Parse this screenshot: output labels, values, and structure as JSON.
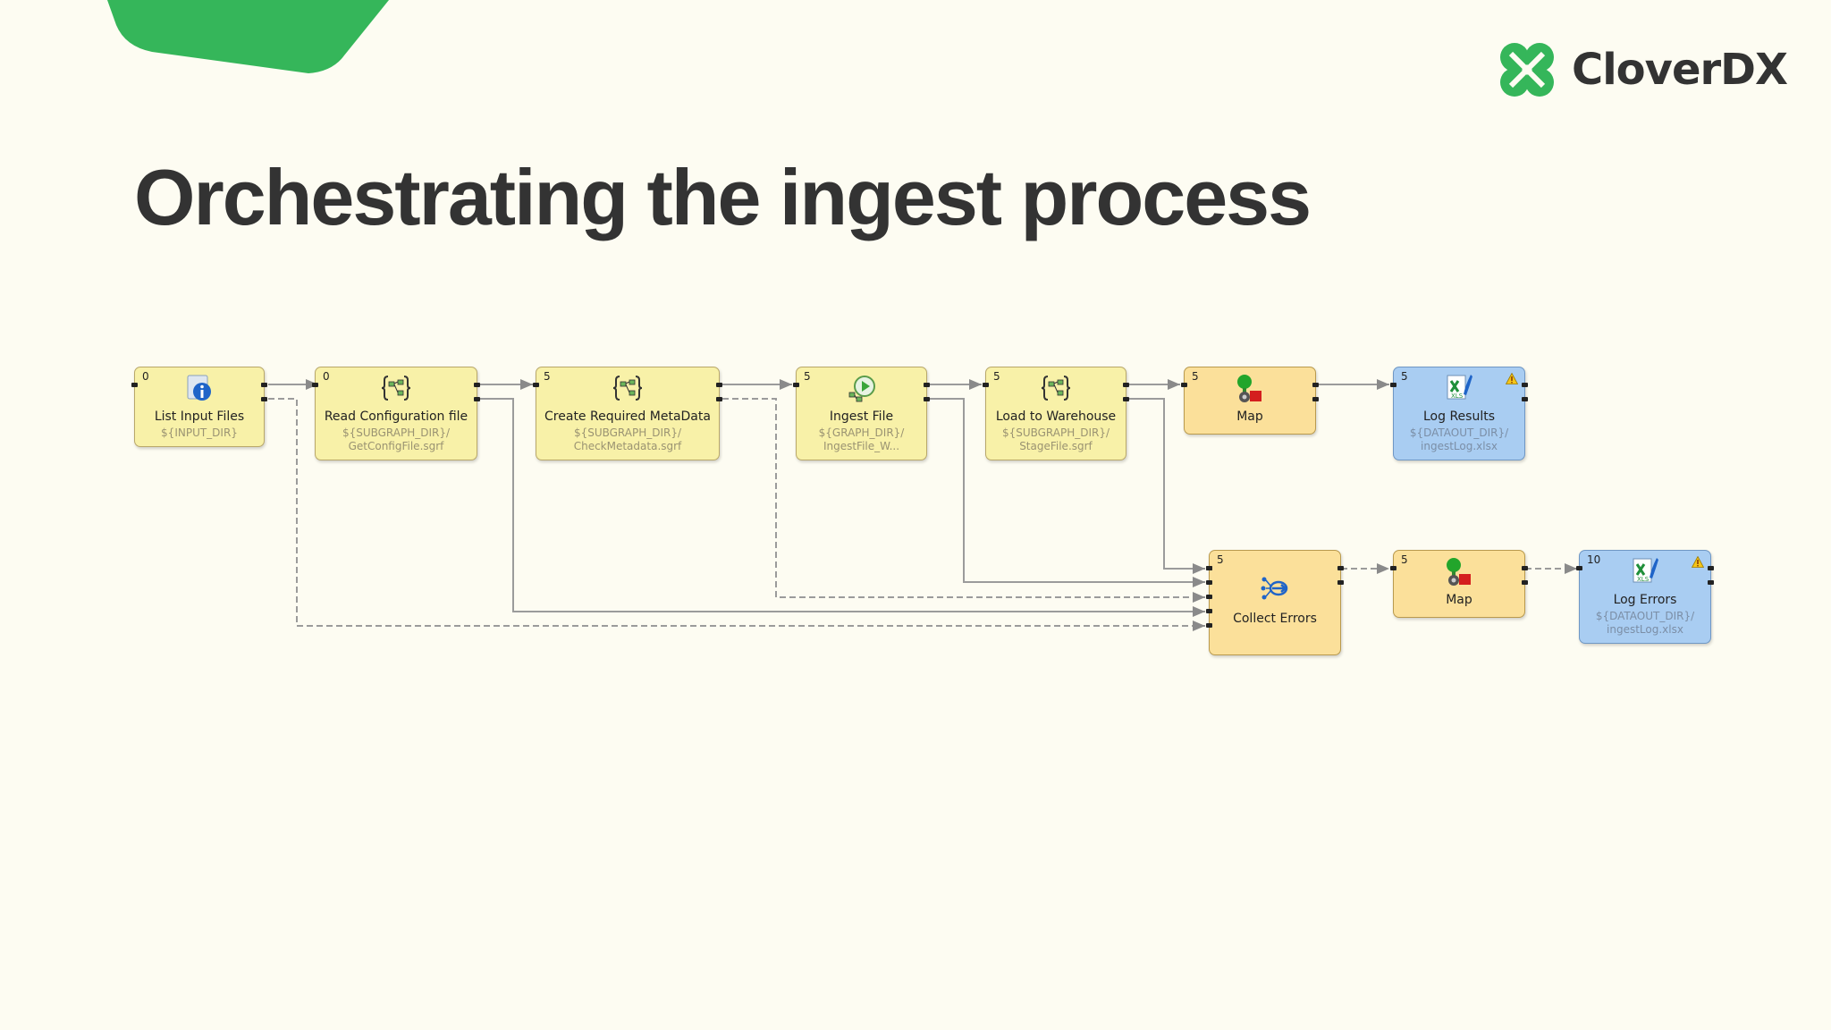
{
  "slide": {
    "title": "Orchestrating the ingest process",
    "logo_text": "CloverDX",
    "accent_color": "#35b65a"
  },
  "graph": {
    "nodes": [
      {
        "id": "list-input-files",
        "num": "0",
        "label": "List Input Files",
        "sub1": "${INPUT_DIR}",
        "sub2": "",
        "icon": "info-icon",
        "color": "yellow"
      },
      {
        "id": "read-configuration-file",
        "num": "0",
        "label": "Read Configuration file",
        "sub1": "${SUBGRAPH_DIR}/",
        "sub2": "GetConfigFile.sgrf",
        "icon": "subgraph-icon",
        "color": "yellow"
      },
      {
        "id": "create-required-metadata",
        "num": "5",
        "label": "Create Required MetaData",
        "sub1": "${SUBGRAPH_DIR}/",
        "sub2": "CheckMetadata.sgrf",
        "icon": "subgraph-icon",
        "color": "yellow"
      },
      {
        "id": "ingest-file",
        "num": "5",
        "label": "Ingest File",
        "sub1": "${GRAPH_DIR}/",
        "sub2": "IngestFile_W...",
        "icon": "run-graph-icon",
        "color": "yellow"
      },
      {
        "id": "load-to-warehouse",
        "num": "5",
        "label": "Load to Warehouse",
        "sub1": "${SUBGRAPH_DIR}/",
        "sub2": "StageFile.sgrf",
        "icon": "subgraph-icon",
        "color": "yellow"
      },
      {
        "id": "map-results",
        "num": "5",
        "label": "Map",
        "sub1": "",
        "sub2": "",
        "icon": "map-icon",
        "color": "orange"
      },
      {
        "id": "log-results",
        "num": "5",
        "label": "Log Results",
        "sub1": "${DATAOUT_DIR}/",
        "sub2": "ingestLog.xlsx",
        "icon": "xls-writer-icon",
        "color": "blue",
        "warning": true
      },
      {
        "id": "collect-errors",
        "num": "5",
        "label": "Collect Errors",
        "sub1": "",
        "sub2": "",
        "icon": "gather-icon",
        "color": "orange"
      },
      {
        "id": "map-errors",
        "num": "5",
        "label": "Map",
        "sub1": "",
        "sub2": "",
        "icon": "map-icon",
        "color": "orange"
      },
      {
        "id": "log-errors",
        "num": "10",
        "label": "Log Errors",
        "sub1": "${DATAOUT_DIR}/",
        "sub2": "ingestLog.xlsx",
        "icon": "xls-writer-icon",
        "color": "blue",
        "warning": true
      }
    ]
  }
}
